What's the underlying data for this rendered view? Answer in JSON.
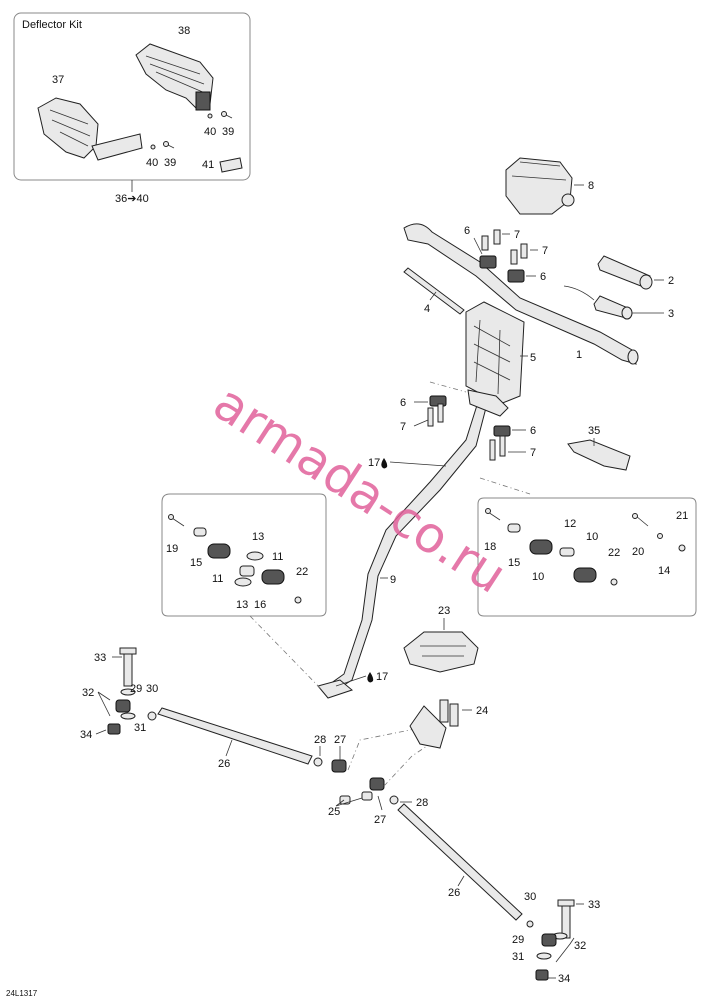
{
  "kit": {
    "title": "Deflector Kit",
    "range": "36➔40"
  },
  "reference_code": "24L1317",
  "watermark": "armada-co.ru",
  "callouts": [
    {
      "id": "c38",
      "text": "38"
    },
    {
      "id": "c37",
      "text": "37"
    },
    {
      "id": "c40a",
      "text": "40"
    },
    {
      "id": "c39a",
      "text": "39"
    },
    {
      "id": "c40b",
      "text": "40"
    },
    {
      "id": "c39b",
      "text": "39"
    },
    {
      "id": "c41",
      "text": "41"
    },
    {
      "id": "c8",
      "text": "8"
    },
    {
      "id": "c6a",
      "text": "6"
    },
    {
      "id": "c7a",
      "text": "7"
    },
    {
      "id": "c7b",
      "text": "7"
    },
    {
      "id": "c6b",
      "text": "6"
    },
    {
      "id": "c2",
      "text": "2"
    },
    {
      "id": "c4",
      "text": "4"
    },
    {
      "id": "c3",
      "text": "3"
    },
    {
      "id": "c5",
      "text": "5"
    },
    {
      "id": "c1",
      "text": "1"
    },
    {
      "id": "c6c",
      "text": "6"
    },
    {
      "id": "c7c",
      "text": "7"
    },
    {
      "id": "c35",
      "text": "35"
    },
    {
      "id": "c6d",
      "text": "6"
    },
    {
      "id": "c7d",
      "text": "7"
    },
    {
      "id": "c17a",
      "text": "17"
    },
    {
      "id": "c19",
      "text": "19"
    },
    {
      "id": "c15a",
      "text": "15"
    },
    {
      "id": "c11a",
      "text": "11"
    },
    {
      "id": "c13a",
      "text": "13"
    },
    {
      "id": "c11b",
      "text": "11"
    },
    {
      "id": "c22a",
      "text": "22"
    },
    {
      "id": "c13b",
      "text": "13"
    },
    {
      "id": "c16",
      "text": "16"
    },
    {
      "id": "c18",
      "text": "18"
    },
    {
      "id": "c15b",
      "text": "15"
    },
    {
      "id": "c12",
      "text": "12"
    },
    {
      "id": "c10a",
      "text": "10"
    },
    {
      "id": "c10b",
      "text": "10"
    },
    {
      "id": "c22b",
      "text": "22"
    },
    {
      "id": "c20",
      "text": "20"
    },
    {
      "id": "c21",
      "text": "21"
    },
    {
      "id": "c14",
      "text": "14"
    },
    {
      "id": "c9",
      "text": "9"
    },
    {
      "id": "c23",
      "text": "23"
    },
    {
      "id": "c17b",
      "text": "17"
    },
    {
      "id": "c33a",
      "text": "33"
    },
    {
      "id": "c32a",
      "text": "32"
    },
    {
      "id": "c29a",
      "text": "29"
    },
    {
      "id": "c30a",
      "text": "30"
    },
    {
      "id": "c31a",
      "text": "31"
    },
    {
      "id": "c34a",
      "text": "34"
    },
    {
      "id": "c24",
      "text": "24"
    },
    {
      "id": "c26a",
      "text": "26"
    },
    {
      "id": "c28a",
      "text": "28"
    },
    {
      "id": "c27a",
      "text": "27"
    },
    {
      "id": "c25",
      "text": "25"
    },
    {
      "id": "c28b",
      "text": "28"
    },
    {
      "id": "c27b",
      "text": "27"
    },
    {
      "id": "c26b",
      "text": "26"
    },
    {
      "id": "c30b",
      "text": "30"
    },
    {
      "id": "c33b",
      "text": "33"
    },
    {
      "id": "c29b",
      "text": "29"
    },
    {
      "id": "c32b",
      "text": "32"
    },
    {
      "id": "c31b",
      "text": "31"
    },
    {
      "id": "c34b",
      "text": "34"
    }
  ]
}
